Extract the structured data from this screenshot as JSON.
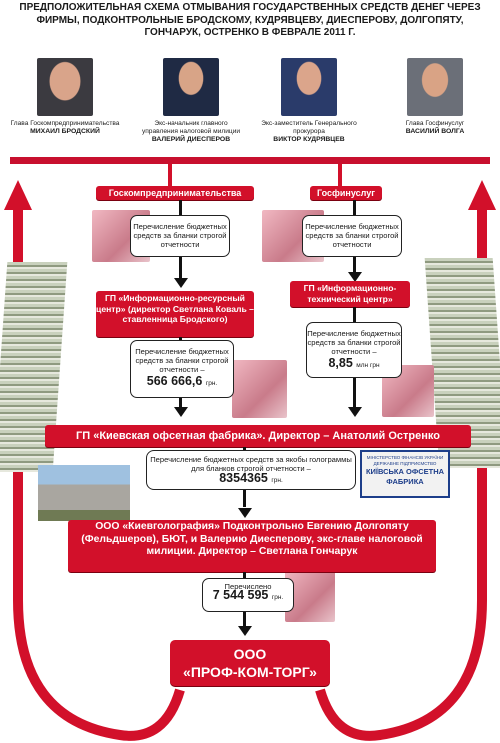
{
  "title": "ПРЕДПОЛОЖИТЕЛЬНАЯ СХЕМА ОТМЫВАНИЯ ГОСУДАРСТВЕННЫХ СРЕДСТВ ДЕНЕГ ЧЕРЕЗ ФИРМЫ, ПОДКОНТРОЛЬНЫЕ БРОДСКОМУ, КУДРЯВЦЕВУ, ДИЕСПЕРОВУ, ДОЛГОПЯТУ, ГОНЧАРУК, ОСТРЕНКО В ФЕВРАЛЕ 2011 Г.",
  "people": [
    {
      "role": "Глава Госкомпредпринимательства",
      "name": "МИХАИЛ БРОДСКИЙ"
    },
    {
      "role": "Экс-начальник главного управления налоговой милиции",
      "name": "ВАЛЕРИЙ ДИЕСПЕРОВ"
    },
    {
      "role": "Экс-заместитель Генерального прокурора",
      "name": "ВИКТОР КУДРЯВЦЕВ"
    },
    {
      "role": "Глава Госфинуслуг",
      "name": "ВАСИЛИЙ ВОЛГА"
    }
  ],
  "nodes": {
    "goskom": "Госкомпредпринимательства",
    "gosfin": "Госфинуслуг",
    "transfer_left_1": "Перечисление бюджетных средств за бланки строгой отчетности",
    "transfer_right_1": "Перечисление бюджетных средств за бланки строгой отчетности",
    "irc": "ГП «Информационно-ресурсный центр» (директор Светлана Коваль – ставленница Бродского)",
    "itc": "ГП «Информационно-технический центр»",
    "transfer_left_2": "Перечисление бюджетных средств за бланки строгой отчетности –",
    "transfer_left_2_amount": "566 666,6",
    "transfer_left_2_unit": "грн.",
    "transfer_right_2": "Перечисление бюджетных средств за бланки строгой отчетности –",
    "transfer_right_2_amount": "8,85",
    "transfer_right_2_unit": "млн грн",
    "kof": "ГП «Киевская офсетная фабрика». Директор – Анатолий Остренко",
    "transfer_3": "Перечисление бюджетных средств за якобы голограммы для бланков строгой отчетности –",
    "transfer_3_amount": "8354365",
    "transfer_3_unit": "грн.",
    "plaque_line1": "МІНІСТЕРСТВО ФІНАНСІВ УКРАЇНИ",
    "plaque_line2": "ДЕРЖАВНЕ ПІДПРИЄМСТВО",
    "plaque_line3": "КИЇВСЬКА ОФСЕТНА ФАБРИКА",
    "kievgolo": "ООО «Киевголография» Подконтрольно Евгению Долгопяту (Фельдшеров), БЮТ, и Валерию Диесперову, экс-главе налоговой милиции. Директор – Светлана Гончарук",
    "transfer_4": "Перечислено",
    "transfer_4_amount": "7 544 595",
    "transfer_4_unit": "грн.",
    "final_line1": "ООО",
    "final_line2": "«ПРОФ-КОМ-ТОРГ»"
  },
  "colors": {
    "accent_red": "#d2102a",
    "arrow": "#111111",
    "money_pink": "#e8a7b0",
    "money_green": "#9aa98a"
  }
}
